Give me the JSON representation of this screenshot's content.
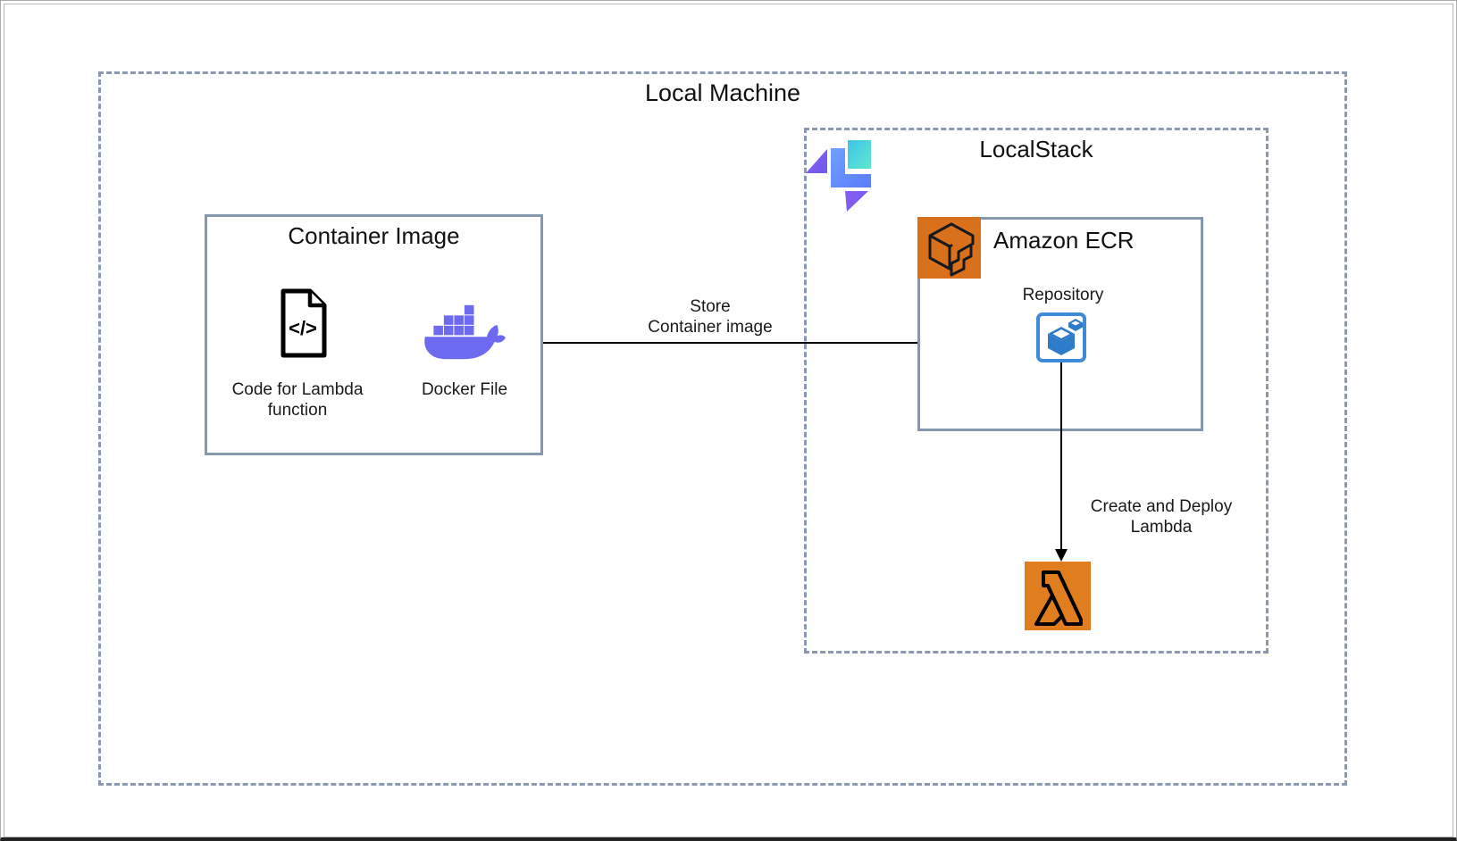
{
  "page": {
    "type": "architecture-diagram"
  },
  "local_machine": {
    "title": "Local Machine"
  },
  "container_image": {
    "title": "Container Image",
    "code_file": {
      "icon": "code-file-icon",
      "glyph": "</>",
      "label_line1": "Code for Lambda",
      "label_line2": "function"
    },
    "docker": {
      "icon": "docker-icon",
      "label": "Docker File"
    }
  },
  "localstack": {
    "title": "LocalStack",
    "logo_icon": "localstack-logo"
  },
  "amazon_ecr": {
    "title": "Amazon ECR",
    "service_icon": "amazon-ecr-icon",
    "repository": {
      "label": "Repository",
      "icon": "ecr-repository-icon"
    }
  },
  "lambda": {
    "icon": "aws-lambda-icon"
  },
  "arrows": {
    "store": {
      "label_line1": "Store",
      "label_line2": "Container image"
    },
    "deploy": {
      "label_line1": "Create and Deploy",
      "label_line2": "Lambda"
    }
  },
  "colors": {
    "dashed_border": "#8A99AD",
    "solid_border": "#8498AE",
    "docker_purple": "#6E6AF0",
    "ecr_orange": "#D9711C",
    "lambda_orange": "#E07D1E",
    "repository_blue": "#2E7CC9",
    "repository_border_blue": "#3D8AD9",
    "localstack_purple": "#7C5CE8",
    "localstack_blue": "#5B7CFA",
    "localstack_cyan": "#3FD6DC",
    "arrow_black": "#000000"
  }
}
